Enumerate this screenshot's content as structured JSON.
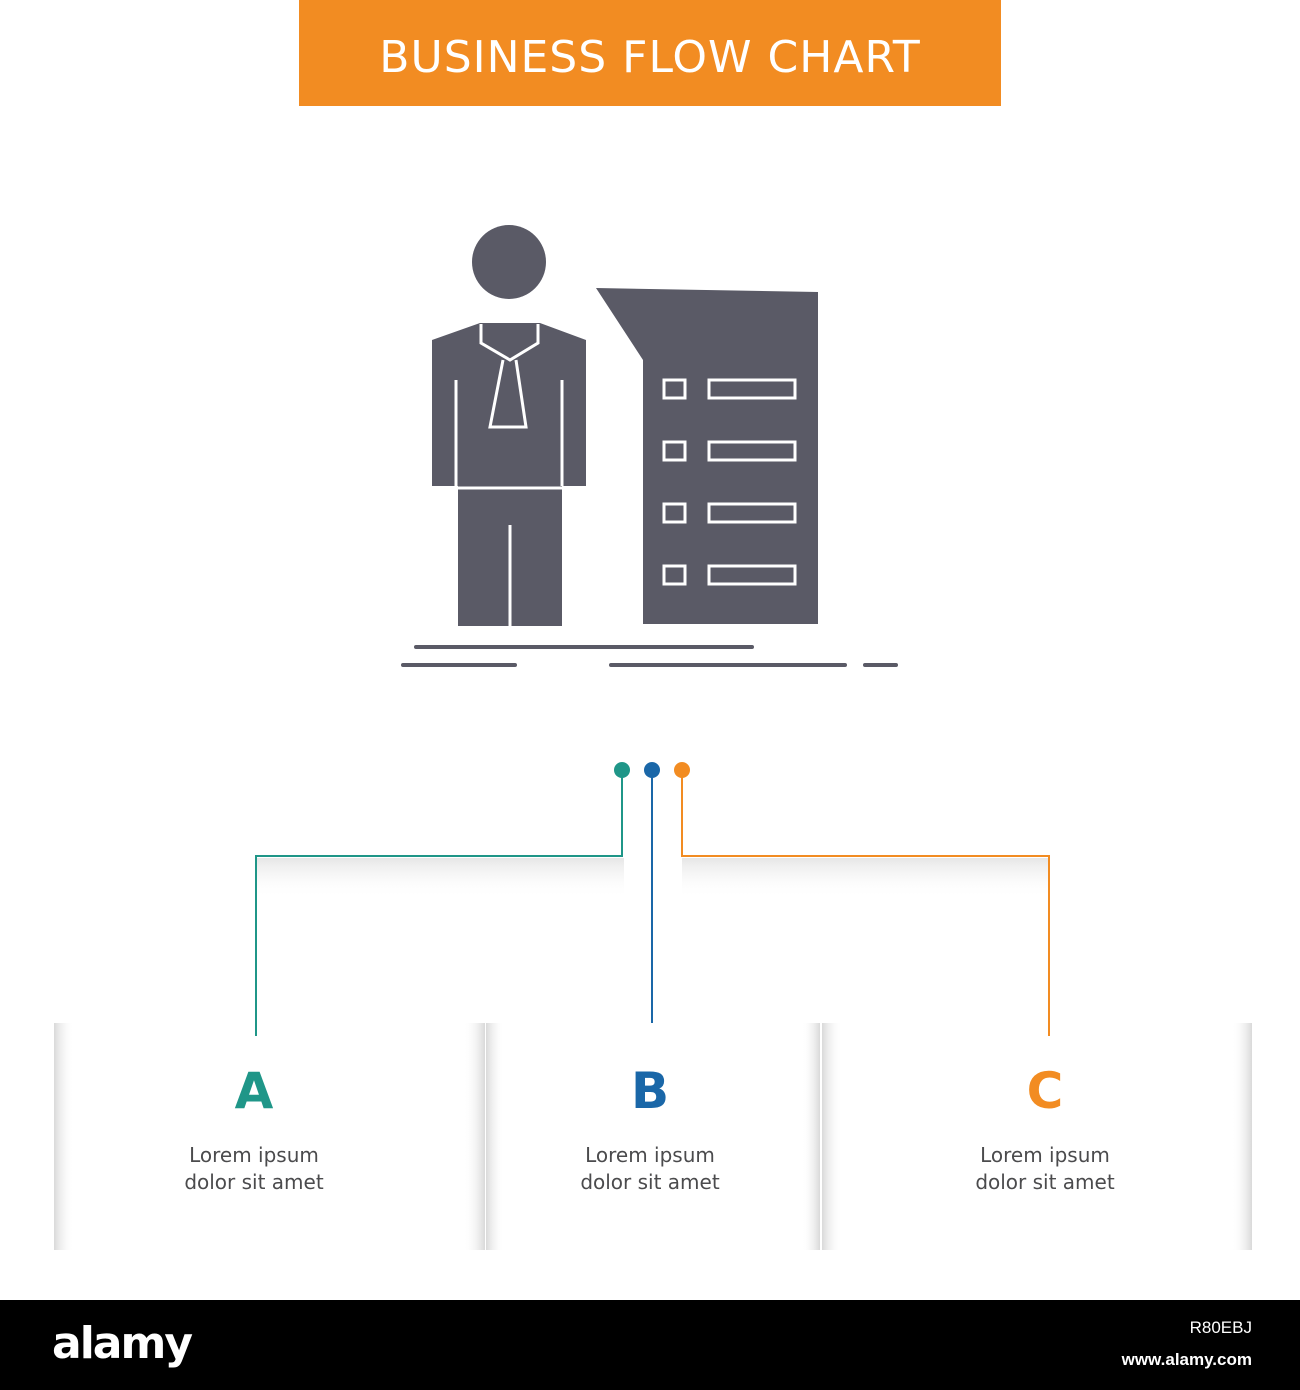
{
  "header": {
    "title": "BUSINESS FLOW CHART"
  },
  "colors": {
    "banner": "#f28c22",
    "icon": "#5a5a66",
    "a": "#1f9688",
    "b": "#1a67a8",
    "c": "#f28c22",
    "text": "#4b4b4d"
  },
  "icon": {
    "name": "businessman-presentation-checklist-icon"
  },
  "steps": [
    {
      "letter": "A",
      "line1": "Lorem ipsum",
      "line2": "dolor sit amet"
    },
    {
      "letter": "B",
      "line1": "Lorem ipsum",
      "line2": "dolor sit amet"
    },
    {
      "letter": "C",
      "line1": "Lorem ipsum",
      "line2": "dolor sit amet"
    }
  ],
  "footer": {
    "logo": "alamy",
    "image_id": "R80EBJ",
    "url": "www.alamy.com"
  }
}
